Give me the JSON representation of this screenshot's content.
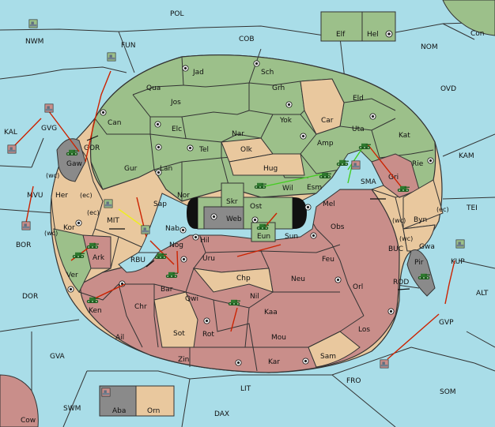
{
  "map": {
    "colors": {
      "sea": "#a9dde8",
      "green": "#9cc08a",
      "rose": "#c98e8a",
      "tan": "#e9c89e",
      "gray": "#8a8a8a",
      "border": "#333333",
      "move_red": "#cc2200",
      "move_green": "#44cc22",
      "move_yellow": "#eeee22"
    },
    "labels": {
      "pol": "POL",
      "nwm": "NWM",
      "fun": "FUN",
      "cob": "COB",
      "elf": "Elf",
      "hel": "Hel",
      "con": "Con",
      "nom": "NOM",
      "ovd": "OVD",
      "kal": "KAL",
      "gvg": "GVG",
      "gor": "GOR",
      "kam": "KAM",
      "tei": "TEI",
      "mvu": "MVU",
      "bor": "BOR",
      "mit": "MIT",
      "rbu": "RBU",
      "sma": "SMA",
      "buc": "BUC",
      "rod": "ROD",
      "kup": "KUP",
      "alt": "ALT",
      "dor": "DOR",
      "gvp": "GVP",
      "gva": "GVA",
      "fro": "FRO",
      "som": "SOM",
      "lit": "LIT",
      "swm": "SWM",
      "dax": "DAX",
      "cow": "Cow",
      "aba": "Aba",
      "orn": "Orn",
      "jad": "Jad",
      "sch": "Sch",
      "qua": "Qua",
      "jos": "Jos",
      "grh": "Grh",
      "car": "Car",
      "eld": "Eld",
      "can": "Can",
      "elc": "Elc",
      "nar": "Nar",
      "yok": "Yok",
      "uta": "Uta",
      "kat": "Kat",
      "amp": "Amp",
      "tel": "Tel",
      "olk": "Olk",
      "gur": "Gur",
      "lan": "Lan",
      "hug": "Hug",
      "rie": "Rie",
      "gaw": "Gaw",
      "nor": "Nor",
      "wil": "Wil",
      "esm": "Esm",
      "gri": "Gri",
      "her": "Her",
      "sap": "Sap",
      "skr": "Skr",
      "ost": "Ost",
      "web": "Web",
      "mel": "Mel",
      "byn": "Byn",
      "kor": "Kor",
      "nab": "Nab",
      "eun": "Eun",
      "sun": "Sun",
      "obs": "Obs",
      "gwa": "Gwa",
      "hil": "Hil",
      "nog": "Nog",
      "ark": "Ark",
      "uru": "Uru",
      "feu": "Feu",
      "pir": "Pir",
      "ver": "Ver",
      "chp": "Chp",
      "neu": "Neu",
      "orl": "Orl",
      "bar": "Bar",
      "qwi": "Qwi",
      "nil": "Nil",
      "ken": "Ken",
      "chr": "Chr",
      "kaa": "Kaa",
      "los": "Los",
      "sot": "Sot",
      "rot": "Rot",
      "mou": "Mou",
      "ail": "Ail",
      "zin": "Zin",
      "kar": "Kar",
      "sam": "Sam"
    },
    "coast_notes": {
      "wc1": "(wc)",
      "ec1": "(ec)",
      "wc2": "(wc)",
      "ec2": "(ec)",
      "wc3": "(wc)",
      "wc4": "(wc)",
      "ec3": "(ec)"
    }
  }
}
